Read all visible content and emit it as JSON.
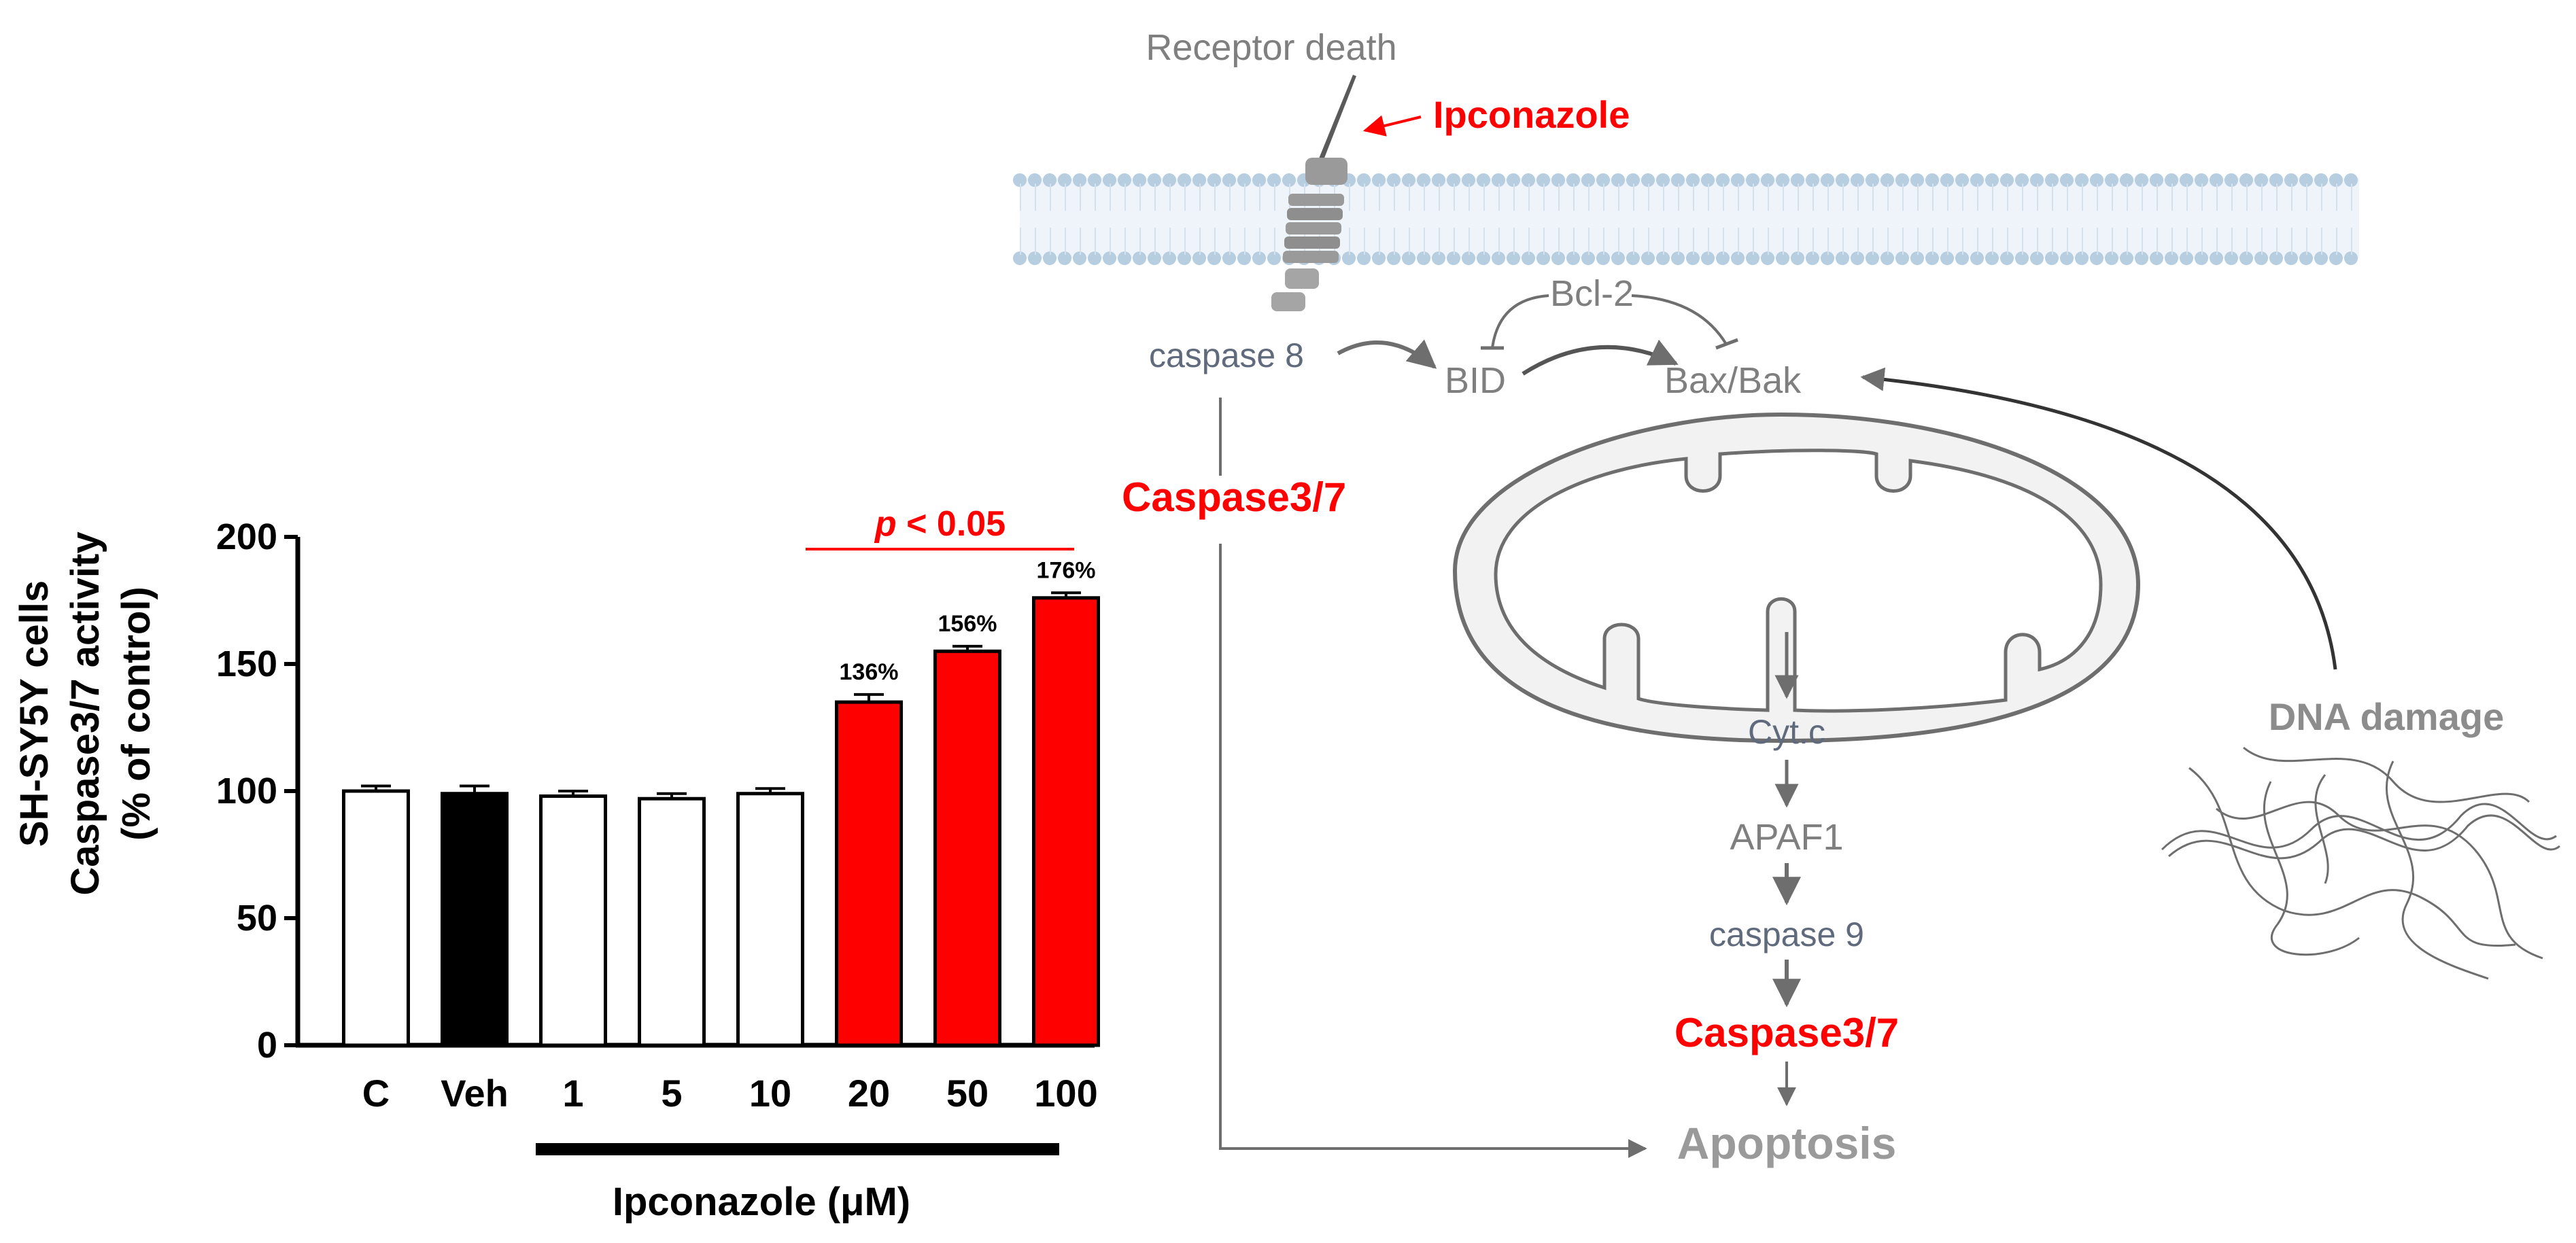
{
  "chart_data": {
    "type": "bar",
    "ylabel_lines": [
      "SH-SY5Y cells",
      "Caspase3/7 activity",
      "(% of control)"
    ],
    "xlabel": "Ipconazole (μM)",
    "categories": [
      "C",
      "Veh",
      "1",
      "5",
      "10",
      "20",
      "50",
      "100"
    ],
    "values": [
      100,
      99,
      98,
      97,
      99,
      135,
      155,
      176
    ],
    "errors": [
      2,
      3,
      2,
      2,
      2,
      3,
      2,
      2
    ],
    "colors": [
      "#ffffff",
      "#000000",
      "#ffffff",
      "#ffffff",
      "#ffffff",
      "#ff0000",
      "#ff0000",
      "#ff0000"
    ],
    "data_labels": [
      "",
      "",
      "",
      "",
      "",
      "136%",
      "156%",
      "176%"
    ],
    "ylim": [
      0,
      200
    ],
    "yticks": [
      "0",
      "50",
      "100",
      "150",
      "200"
    ],
    "significance": {
      "p": "p",
      "rest": " < 0.05",
      "color": "#ff0000"
    },
    "grid": false,
    "legend": "none"
  },
  "pathway": {
    "receptor_death": "Receptor death",
    "ipconazole": "Ipconazole",
    "caspase8": "caspase 8",
    "bcl2": "Bcl-2",
    "bid": "BID",
    "bax_bak": "Bax/Bak",
    "caspase37_left": "Caspase3/7",
    "cyt_c": "Cyt.c",
    "apaf1": "APAF1",
    "caspase9": "caspase 9",
    "caspase37_main": "Caspase3/7",
    "apoptosis": "Apoptosis",
    "dna_damage": "DNA damage"
  },
  "colors": {
    "accent_red": "#ff0000",
    "pathway_grey": "#7f7f7f",
    "pathway_slate": "#5f6a7d",
    "membrane_blue": "#b7cde0",
    "mito_fill": "#f2f2f2"
  }
}
